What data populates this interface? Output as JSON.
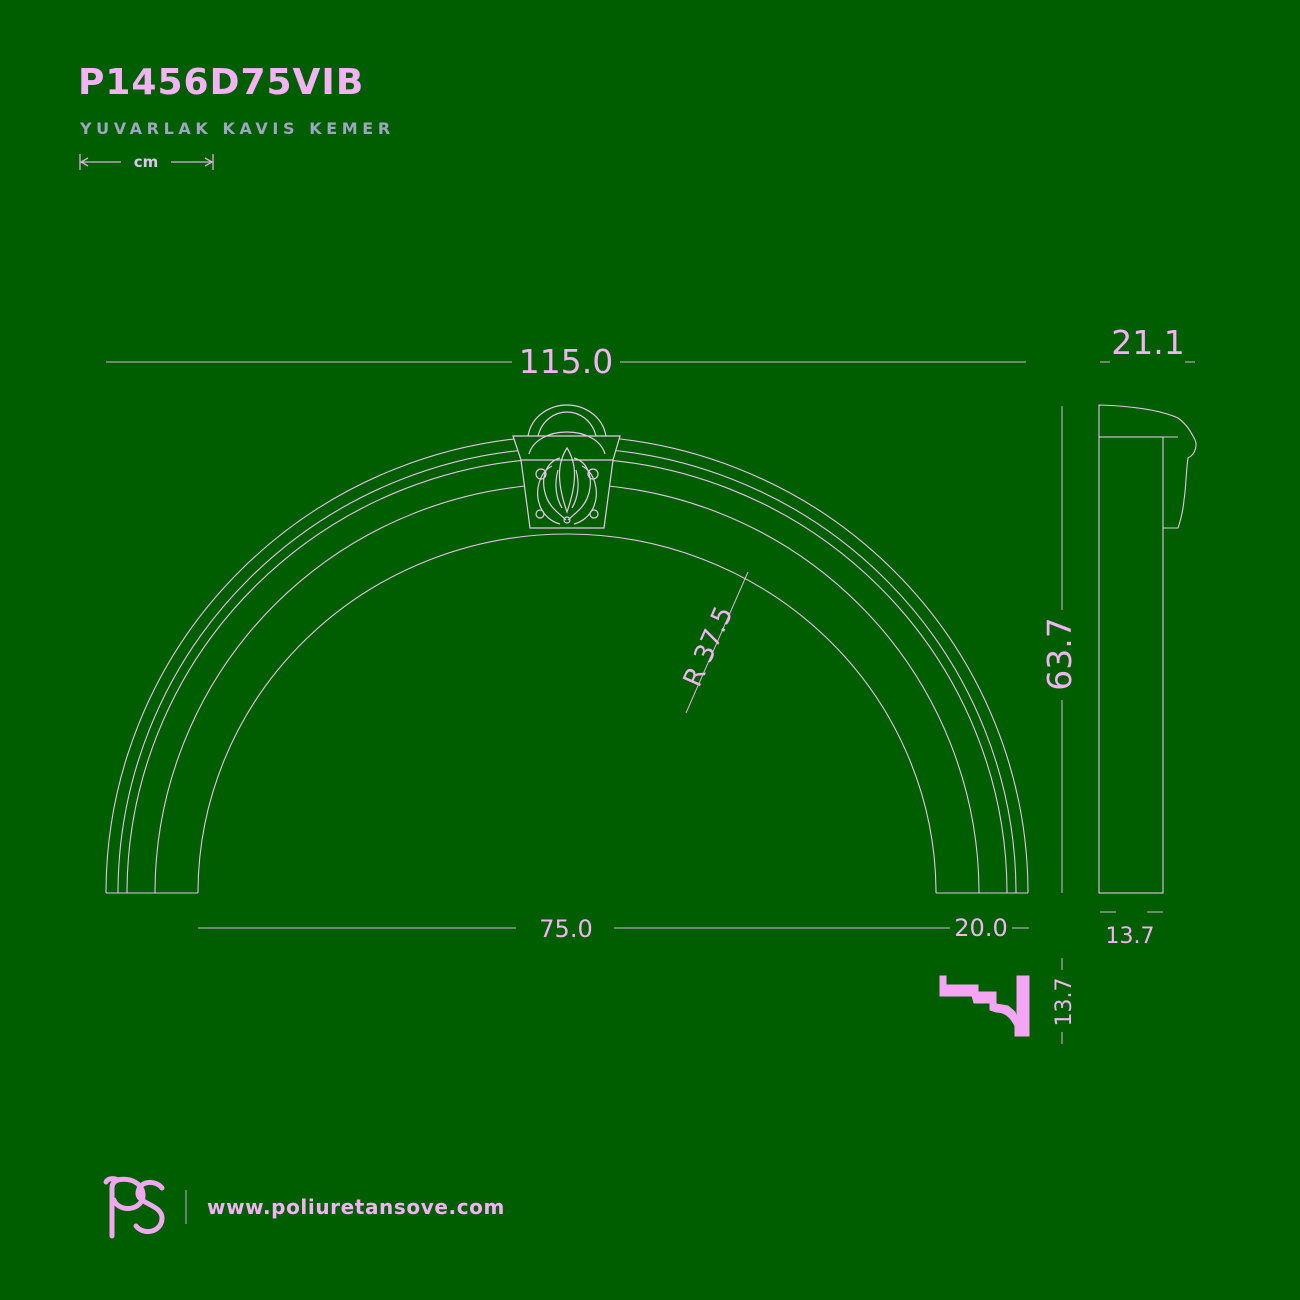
{
  "header": {
    "product_code": "P1456D75VIB",
    "product_name": "YUVARLAK KAVIS KEMER",
    "unit": "cm"
  },
  "dimensions": {
    "overall_width": "115.0",
    "depth_top": "21.1",
    "height": "63.7",
    "radius": "R 37.5",
    "inner_opening": "75.0",
    "band_width": "20.0",
    "side_depth": "13.7",
    "profile_height": "13.7"
  },
  "footer": {
    "logo": "PS",
    "website": "www.poliuretansove.com"
  },
  "colors": {
    "background": "#005e00",
    "accent": "#f4b3f4",
    "subtitle": "#9ea7c0",
    "line": "#e6b8e6"
  }
}
